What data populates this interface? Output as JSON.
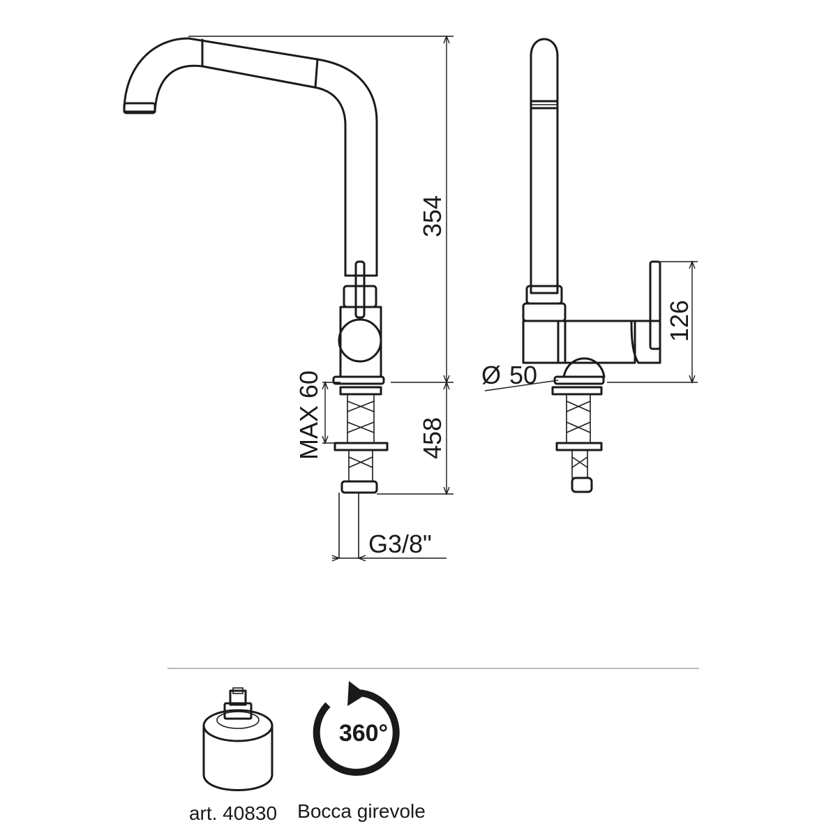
{
  "dimensions": {
    "total_height": "354",
    "below_deck": "458",
    "max_deck": "MAX 60",
    "thread": "G3/8\"",
    "lever_height": "126",
    "base_diameter": "50",
    "diameter_symbol": "Ø"
  },
  "features": {
    "cartridge_caption": "art. 40830",
    "swivel_caption": "Bocca girevole",
    "swivel_degrees": "360°"
  },
  "colors": {
    "line": "#1a1a1a",
    "divider": "#bbbbbb",
    "background": "#ffffff"
  }
}
